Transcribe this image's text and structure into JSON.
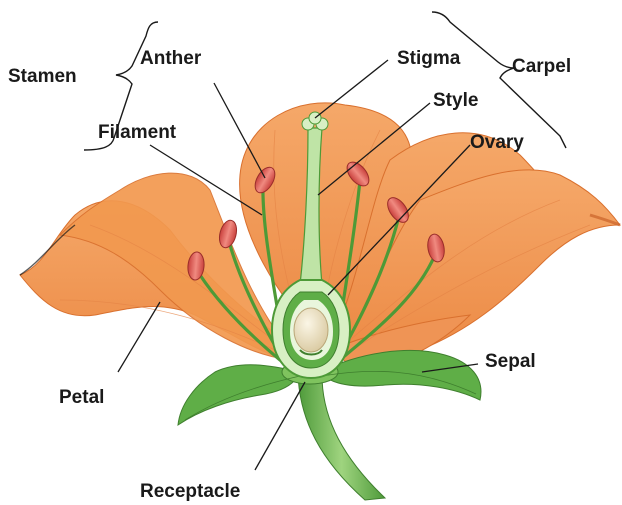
{
  "labels": {
    "stamen": "Stamen",
    "anther": "Anther",
    "filament": "Filament",
    "stigma": "Stigma",
    "carpel": "Carpel",
    "style": "Style",
    "ovary": "Ovary",
    "petal": "Petal",
    "sepal": "Sepal",
    "receptacle": "Receptacle"
  },
  "colors": {
    "petal": "#f39a57",
    "petal_dark": "#d9702e",
    "petal_light": "#f8bb86",
    "stem": "#5aa844",
    "stem_light": "#a9d98c",
    "anther": "#d9534f",
    "ovule": "#efe4c8",
    "text": "#1a1a1a"
  }
}
